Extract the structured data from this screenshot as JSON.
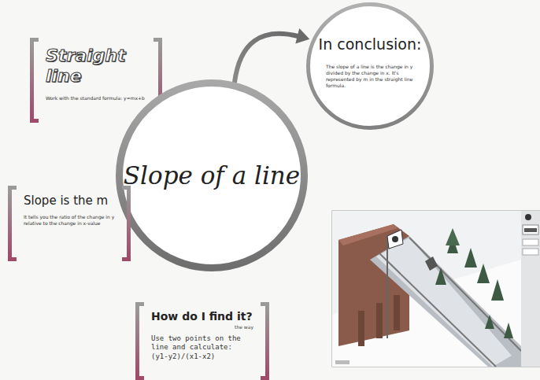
{
  "diagram": {
    "nodes": [
      {
        "text": [
          "Straight line",
          "Work with the standard formula: y=mx+b"
        ]
      },
      {
        "text": [
          "Slope of a line"
        ]
      },
      {
        "text": [
          "In conclusion:",
          "The slope of a line is the change in y divided by the change in x. It's represented by m in the straight line formula."
        ]
      },
      {
        "text": [
          "Slope is the m",
          "It tells you the ratio of the change in y relative to the change in x-value"
        ]
      },
      {
        "text": [
          "How do I find it?",
          "the way",
          "Use two points on the line and calculate: (y1-y2)/(x1-x2)"
        ]
      }
    ],
    "edges": [
      {
        "from": 1,
        "to": 2,
        "arrow": "to"
      }
    ]
  }
}
